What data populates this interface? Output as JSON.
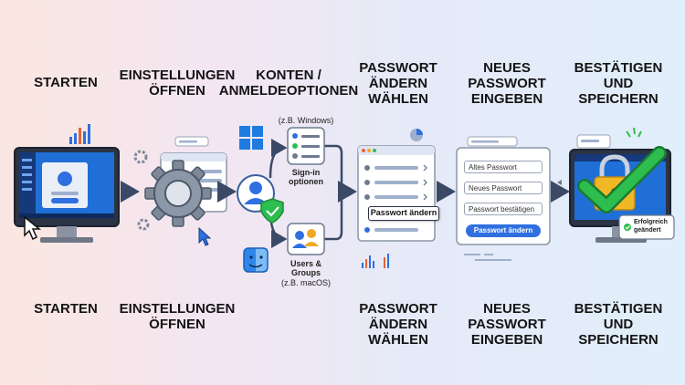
{
  "top_labels": [
    {
      "lines": [
        "STARTEN"
      ]
    },
    {
      "lines": [
        "EINSTELLUNGEN",
        "ÖFFNEN"
      ]
    },
    {
      "lines": [
        "KONTEN /",
        "ANMELDEOPTIONEN"
      ]
    },
    {
      "lines": [
        "PASSWORT",
        "ÄNDERN",
        "WÄHLEN"
      ]
    },
    {
      "lines": [
        "NEUES",
        "PASSWORT",
        "EINGEBEN"
      ]
    },
    {
      "lines": [
        "BESTÄTIGEN",
        "UND",
        "SPEICHERN"
      ]
    }
  ],
  "bottom_labels": [
    {
      "lines": [
        "STARTEN"
      ]
    },
    {
      "lines": [
        "EINSTELLUNGEN",
        "ÖFFNEN"
      ]
    },
    {
      "lines": [
        "PASSWORT",
        "ÄNDERN",
        "WÄHLEN"
      ]
    },
    {
      "lines": [
        "NEUES",
        "PASSWORT",
        "EINGEBEN"
      ]
    },
    {
      "lines": [
        "BESTÄTIGEN",
        "UND",
        "SPEICHERN"
      ]
    }
  ],
  "accounts": {
    "windows_note": "(z.B. Windows)",
    "signin_label": [
      "Sign-in",
      "optionen"
    ],
    "users_label": [
      "Users &",
      "Groups"
    ],
    "macos_note": "(z.B. macOS)"
  },
  "change_password_menu": {
    "button": "Passwort ändern"
  },
  "new_password_form": {
    "fields": [
      "Altes Passwort",
      "Neues Passwort",
      "Passwort bestätigen"
    ],
    "submit": "Passwort ändern"
  },
  "confirm": {
    "toast": [
      "Erfolgreich",
      "geändert"
    ]
  },
  "colors": {
    "accent": "#2f6fe0",
    "success": "#2ebd4f",
    "ink": "#141414"
  },
  "icons": [
    "monitor-icon",
    "bar-chart-icon",
    "gear-icon",
    "cursor-icon",
    "windows-logo-icon",
    "user-shield-icon",
    "finder-icon",
    "users-icon",
    "pie-chart-icon",
    "lock-icon",
    "checkmark-icon"
  ]
}
